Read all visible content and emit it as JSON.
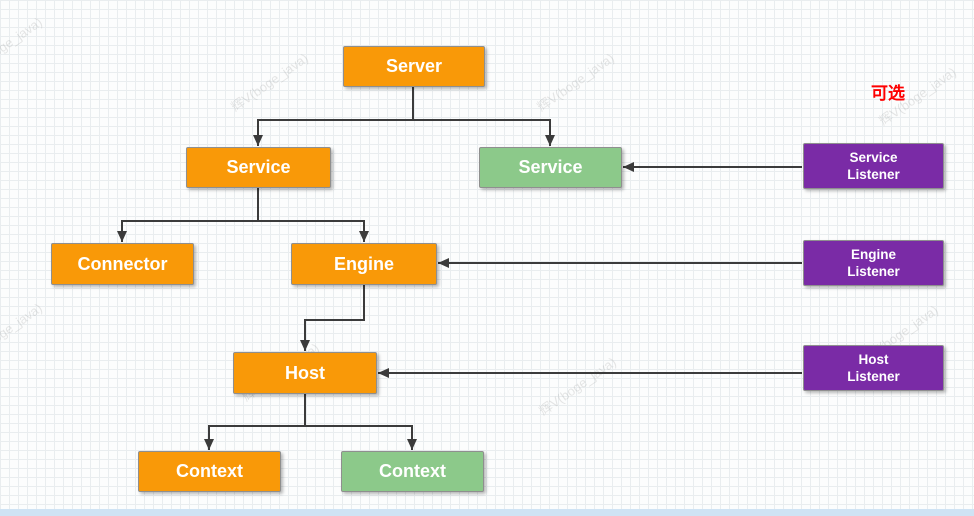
{
  "diagram": {
    "optional_label": "可选",
    "watermark": "辉V(boge_java)",
    "nodes": {
      "server": {
        "label": "Server"
      },
      "service_left": {
        "label": "Service"
      },
      "service_right": {
        "label": "Service"
      },
      "connector": {
        "label": "Connector"
      },
      "engine": {
        "label": "Engine"
      },
      "host": {
        "label": "Host"
      },
      "context_left": {
        "label": "Context"
      },
      "context_right": {
        "label": "Context"
      }
    },
    "listeners": {
      "service": {
        "line1": "Service",
        "line2": "Listener"
      },
      "engine": {
        "line1": "Engine",
        "line2": "Listener"
      },
      "host": {
        "line1": "Host",
        "line2": "Listener"
      }
    },
    "colors": {
      "node_orange": "#F99908",
      "node_green": "#8CC98A",
      "listener_purple": "#7A2BA6",
      "optional_red": "#FE0000",
      "arrow": "#3B3B3B",
      "grid_line": "#E9EDEF",
      "bottom_strip_blue": "#CFE3F4"
    }
  }
}
